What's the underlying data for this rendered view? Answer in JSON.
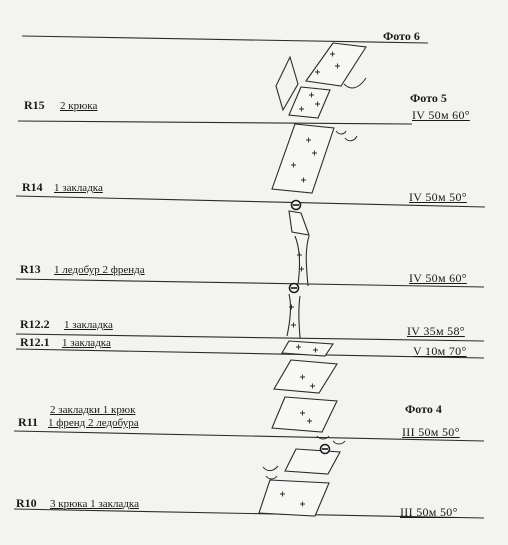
{
  "photos": {
    "photo6": "Фото 6",
    "photo5": "Фото 5",
    "photo4": "Фото 4"
  },
  "pitches": {
    "r15": {
      "name": "R15",
      "gear": "2 крюка",
      "grade": "IV 50м 60°"
    },
    "r14": {
      "name": "R14",
      "gear": "1 закладка",
      "grade": "IV 50м 50°"
    },
    "r13": {
      "name": "R13",
      "gear": "1 ледобур 2 френда",
      "grade": "IV 50м 60°"
    },
    "r12_2": {
      "name": "R12.2",
      "gear": "1 закладка",
      "grade": "IV 35м 58°"
    },
    "r12_1": {
      "name": "R12.1",
      "gear": "1 закладка",
      "grade": "V 10м 70°"
    },
    "r11": {
      "name": "R11",
      "gear_line1": "2 закладки 1 крюк",
      "gear_line2": "1 френд 2 ледобура",
      "grade": "III 50м 50°"
    },
    "r10": {
      "name": "R10",
      "gear": "3 крюка 1 закладка",
      "grade": "III 50м 50°"
    }
  }
}
